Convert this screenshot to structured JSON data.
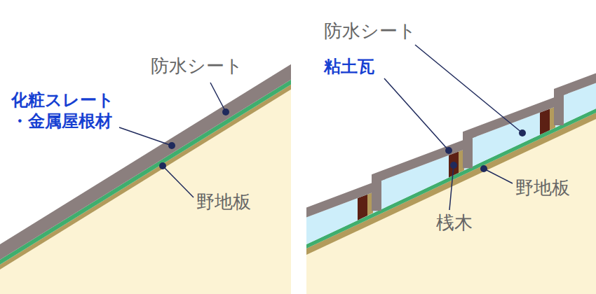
{
  "diagram": {
    "labels": [
      "防水シート",
      "化粧スレート ・金属屋根材",
      "野地板",
      "防水シート",
      "粘土瓦",
      "野地板",
      "桟木"
    ]
  }
}
